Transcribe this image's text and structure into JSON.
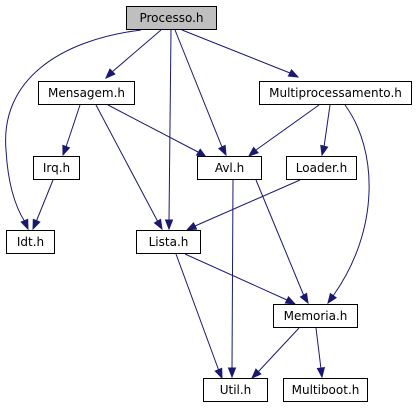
{
  "diagram": {
    "root": "processo",
    "nodes": [
      {
        "id": "processo",
        "label": "Processo.h"
      },
      {
        "id": "mensagem",
        "label": "Mensagem.h"
      },
      {
        "id": "multiprocessamento",
        "label": "Multiprocessamento.h"
      },
      {
        "id": "irq",
        "label": "Irq.h"
      },
      {
        "id": "avl",
        "label": "Avl.h"
      },
      {
        "id": "loader",
        "label": "Loader.h"
      },
      {
        "id": "idt",
        "label": "Idt.h"
      },
      {
        "id": "lista",
        "label": "Lista.h"
      },
      {
        "id": "memoria",
        "label": "Memoria.h"
      },
      {
        "id": "util",
        "label": "Util.h"
      },
      {
        "id": "multiboot",
        "label": "Multiboot.h"
      }
    ],
    "edges": [
      {
        "from": "processo",
        "to": "mensagem"
      },
      {
        "from": "processo",
        "to": "multiprocessamento"
      },
      {
        "from": "processo",
        "to": "avl"
      },
      {
        "from": "processo",
        "to": "idt"
      },
      {
        "from": "processo",
        "to": "lista"
      },
      {
        "from": "mensagem",
        "to": "irq"
      },
      {
        "from": "mensagem",
        "to": "avl"
      },
      {
        "from": "mensagem",
        "to": "lista"
      },
      {
        "from": "irq",
        "to": "idt"
      },
      {
        "from": "multiprocessamento",
        "to": "avl"
      },
      {
        "from": "multiprocessamento",
        "to": "loader"
      },
      {
        "from": "multiprocessamento",
        "to": "memoria"
      },
      {
        "from": "avl",
        "to": "memoria"
      },
      {
        "from": "avl",
        "to": "util"
      },
      {
        "from": "loader",
        "to": "lista"
      },
      {
        "from": "lista",
        "to": "memoria"
      },
      {
        "from": "lista",
        "to": "util"
      },
      {
        "from": "memoria",
        "to": "util"
      },
      {
        "from": "memoria",
        "to": "multiboot"
      }
    ]
  },
  "colors": {
    "root_fill": "#bfbfbf",
    "node_fill": "#ffffff",
    "node_border": "#000000",
    "edge": "#191970"
  }
}
